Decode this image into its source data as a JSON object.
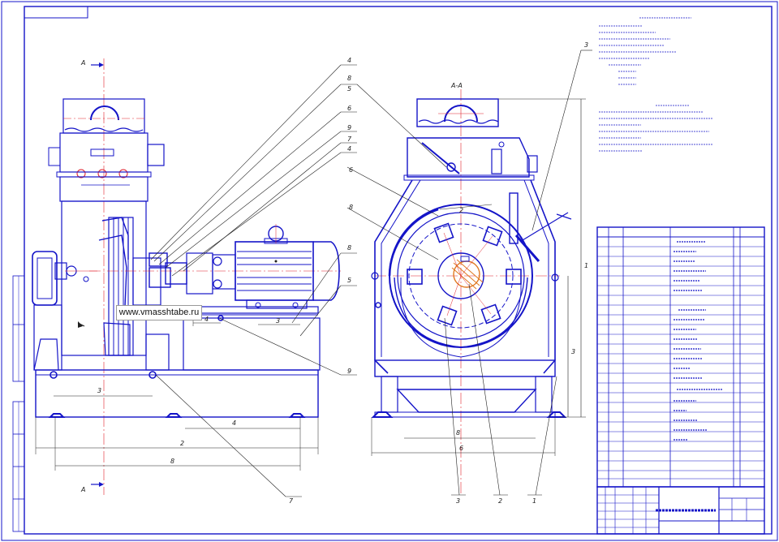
{
  "watermark": {
    "text": "www.vmasshtabe.ru"
  },
  "section_label": "A-A",
  "callouts": {
    "left_view": [
      "4",
      "8",
      "5",
      "6",
      "9",
      "7",
      "4",
      "8",
      "5",
      "9",
      "7"
    ],
    "right_view": [
      "3",
      "6",
      "8",
      "3",
      "2",
      "1"
    ]
  },
  "section_marks": [
    "A",
    "A"
  ],
  "colors": {
    "outline": "#1414c8",
    "centerline": "#e0202a",
    "dim": "#202020",
    "watermark_bg": "#ffffff"
  }
}
